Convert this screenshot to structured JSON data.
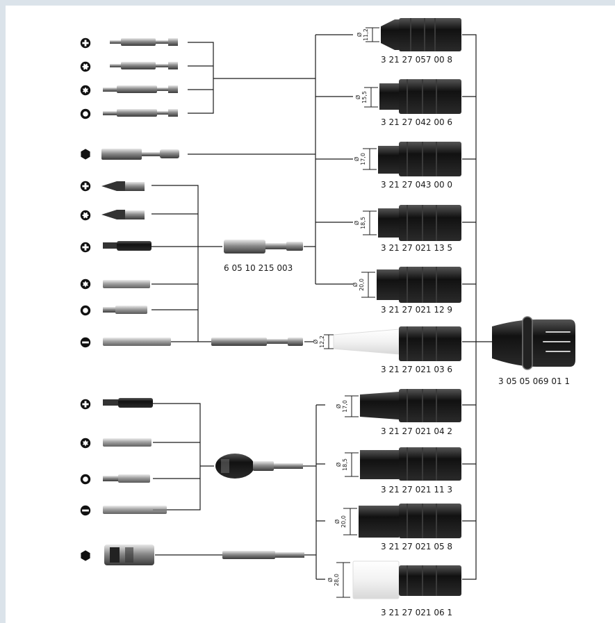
{
  "figure": {
    "nozzles": [
      {
        "part": "3 21 27 057 00 8",
        "diameter": "11,2"
      },
      {
        "part": "3 21 27 042 00 6",
        "diameter": "15,5"
      },
      {
        "part": "3 21 27 043 00 0",
        "diameter": "17,0"
      },
      {
        "part": "3 21 27 021 13 5",
        "diameter": "18,5"
      },
      {
        "part": "3 21 27 021 12 9",
        "diameter": "20,0"
      },
      {
        "part": "3 21 27 021 03 6",
        "diameter": "12,2"
      },
      {
        "part": "3 21 27 021 04 2",
        "diameter": "17,0"
      },
      {
        "part": "3 21 27 021 11 3",
        "diameter": "18,5"
      },
      {
        "part": "3 21 27 021 05 8",
        "diameter": "20,0"
      },
      {
        "part": "3 21 27 021 06 1",
        "diameter": "28,0"
      }
    ],
    "magnetic_holder_part": "6 05 10 215 003",
    "sleeve_part": "3 05 05 069 01 1",
    "diameter_symbol": "Ø",
    "bits": [
      {
        "drive": "phillips-icon"
      },
      {
        "drive": "torx-icon"
      },
      {
        "drive": "torx-plus-icon"
      },
      {
        "drive": "square-icon"
      },
      {
        "drive": "hex-icon"
      },
      {
        "drive": "phillips-icon"
      },
      {
        "drive": "torx-icon"
      },
      {
        "drive": "phillips-icon"
      },
      {
        "drive": "torx-plus-icon"
      },
      {
        "drive": "square-icon"
      },
      {
        "drive": "slotted-icon"
      },
      {
        "drive": "phillips-icon"
      },
      {
        "drive": "torx-plus-icon"
      },
      {
        "drive": "square-icon"
      },
      {
        "drive": "slotted-icon"
      },
      {
        "drive": "hex-icon"
      }
    ],
    "colors": {
      "background": "#dbe3ea",
      "panel": "#ffffff",
      "line": "#1a1a1a",
      "nozzle": "#1c1c1c",
      "white_part": "#f0f0f0"
    }
  }
}
